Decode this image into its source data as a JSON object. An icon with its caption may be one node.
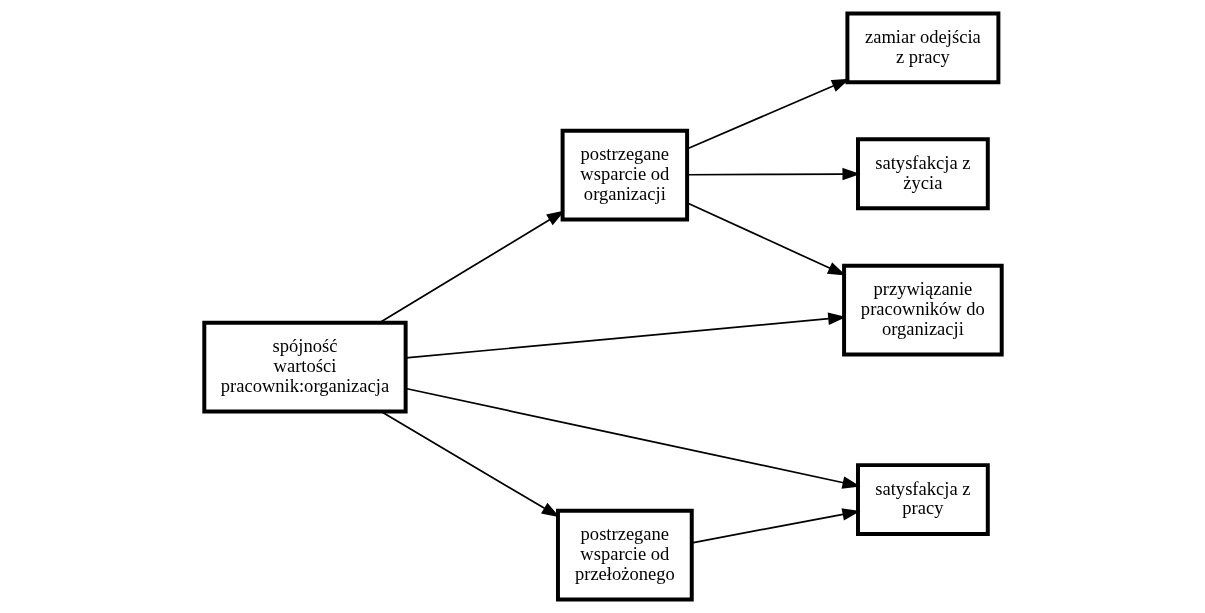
{
  "diagram": {
    "nodes": [
      {
        "text": [
          "postrzegane wsparcie od organizacji"
        ]
      },
      {
        "text": [
          "zamiar odejścia z pracy"
        ]
      },
      {
        "text": [
          "przywiązanie pracowników do organizacji"
        ]
      },
      {
        "text": [
          "satysfakcja z życia"
        ]
      },
      {
        "text": [
          "spójność wartości pracownik:organizacja"
        ]
      },
      {
        "text": [
          "satysfakcja z pracy"
        ]
      },
      {
        "text": [
          "postrzegane wsparcie od przełożonego"
        ]
      }
    ],
    "edges": [
      {
        "from": 4,
        "to": 0,
        "arrow": "to"
      },
      {
        "from": 0,
        "to": 1,
        "arrow": "to"
      },
      {
        "from": 0,
        "to": 2,
        "arrow": "to"
      },
      {
        "from": 0,
        "to": 3,
        "arrow": "to"
      },
      {
        "from": 4,
        "to": 2,
        "arrow": "to"
      },
      {
        "from": 4,
        "to": 5,
        "arrow": "to"
      },
      {
        "from": 4,
        "to": 6,
        "arrow": "to"
      },
      {
        "from": 6,
        "to": 5,
        "arrow": "to"
      }
    ]
  }
}
